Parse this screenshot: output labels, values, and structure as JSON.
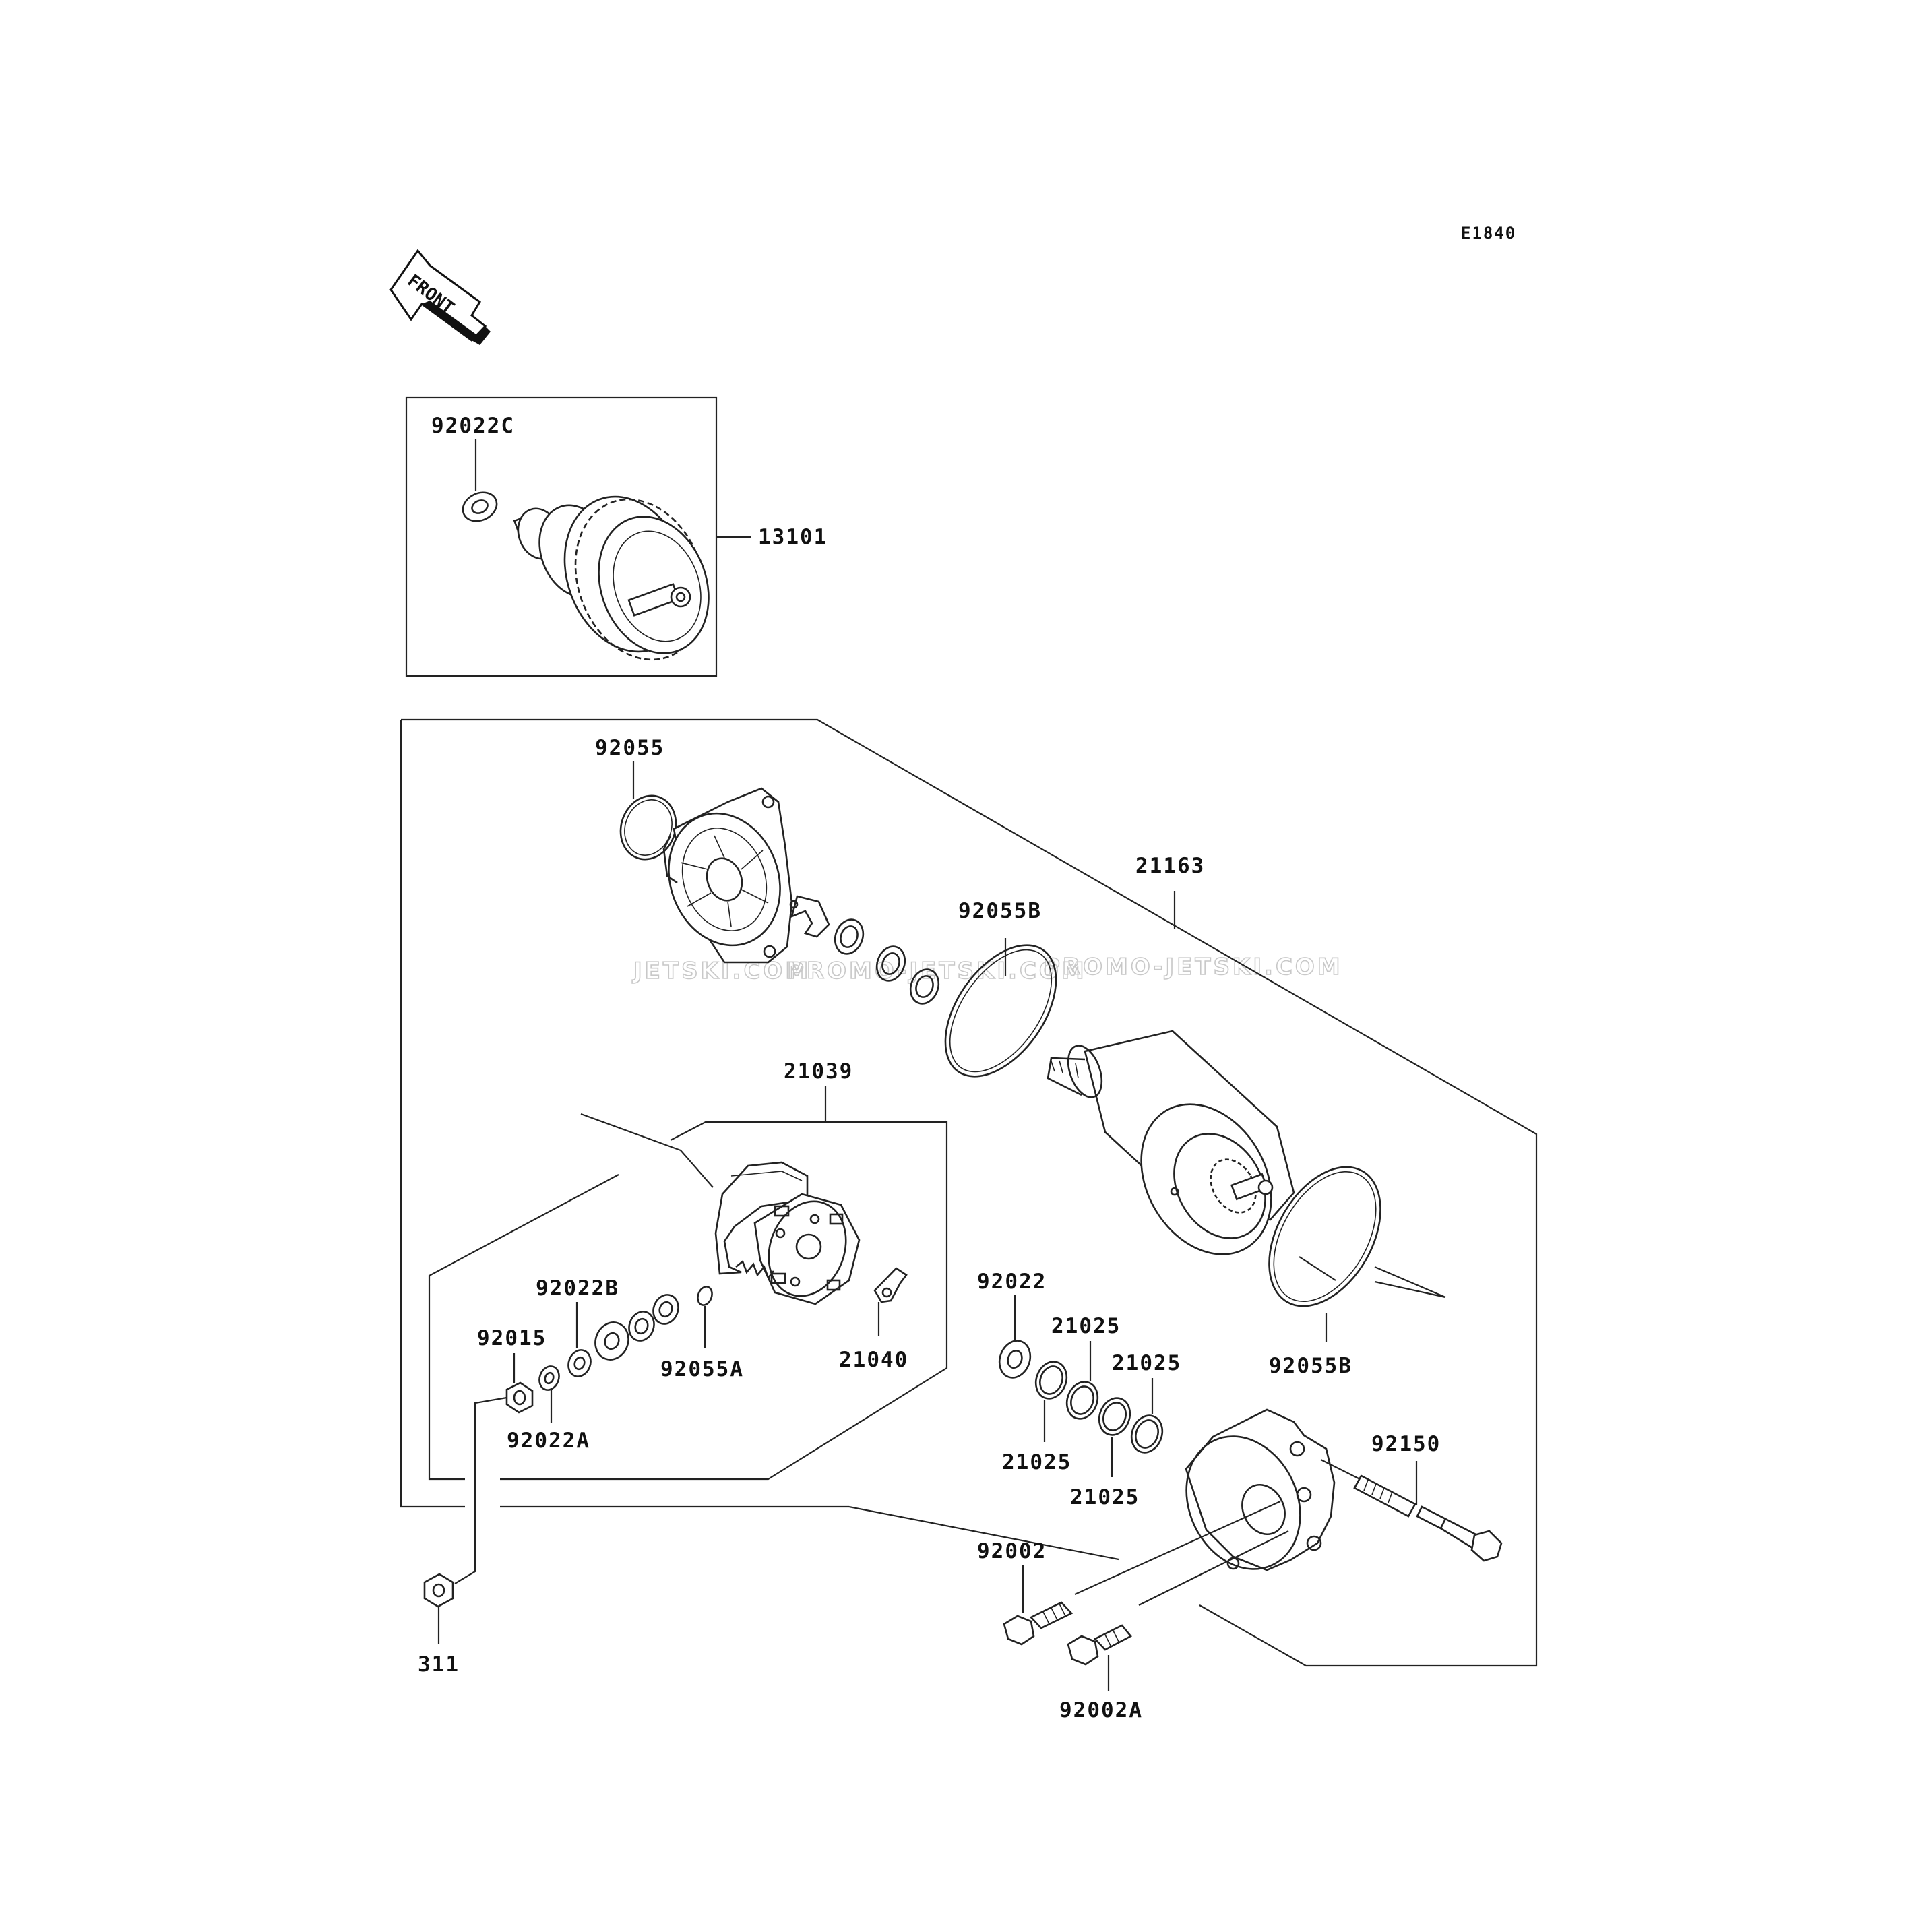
{
  "diagram_code": "E1840",
  "front_marker": "FRONT",
  "watermarks": [
    "JETSKI.COM",
    "PROMO-JETSKI.COM",
    "PROMO-JETSKI.COM"
  ],
  "parts": {
    "p92022C": "92022C",
    "p13101": "13101",
    "p92055": "92055",
    "p21163": "21163",
    "p92055B_top": "92055B",
    "p21039": "21039",
    "p92022B": "92022B",
    "p92015": "92015",
    "p92055A": "92055A",
    "p21040": "21040",
    "p92022A": "92022A",
    "p92022": "92022",
    "p21025_a": "21025",
    "p21025_b": "21025",
    "p21025_c": "21025",
    "p21025_d": "21025",
    "p92055B_bottom": "92055B",
    "p92150": "92150",
    "p92002": "92002",
    "p92002A": "92002A",
    "p311": "311"
  }
}
